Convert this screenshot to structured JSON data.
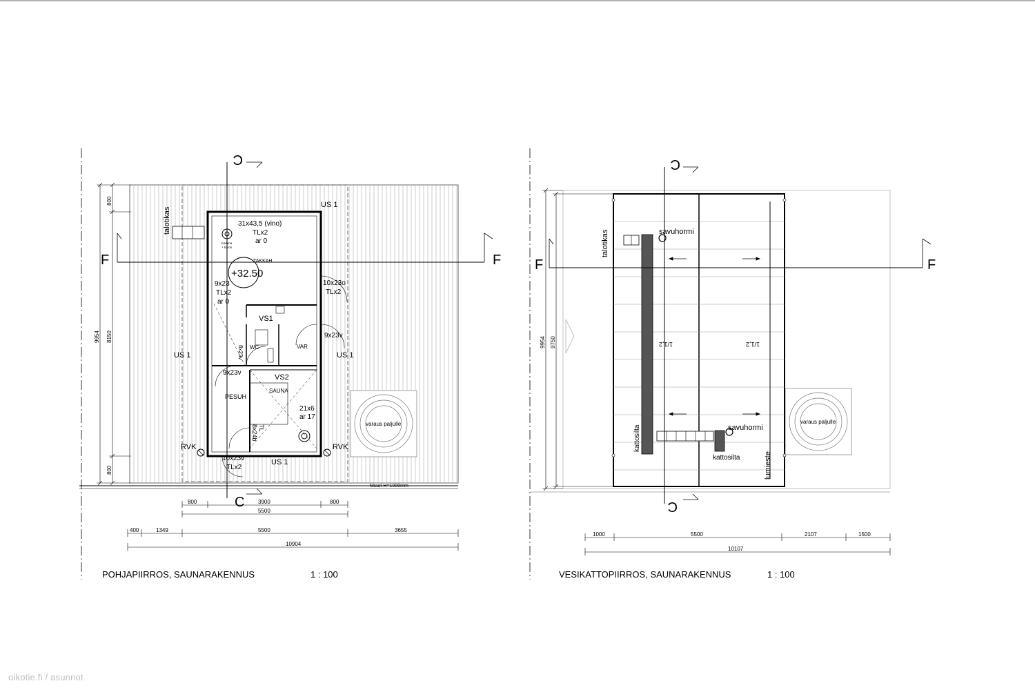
{
  "left_plan": {
    "title": "POHJAPIIRROS, SAUNARAKENNUS",
    "scale": "1 : 100",
    "section_c": "C",
    "section_f": "F",
    "labels": {
      "talotikas": "talotikas",
      "us1_top": "US 1",
      "us1_left": "US 1",
      "us1_right": "US 1",
      "us1_bottom": "US 1",
      "window_top": "31x43,5 (vino)",
      "window_top_tl": "TLx2",
      "window_top_ar": "ar 0",
      "kamina": "Kamina",
      "hormi": "+ hormi",
      "takkah": "TAKKAH",
      "level": "+32.50",
      "win_left": "9x23",
      "win_left_tl": "TLx2",
      "win_left_ar": "ar 0",
      "win_right": "10x23o",
      "win_right_tl": "TLx2",
      "vs1": "VS1",
      "vs2": "VS2",
      "wc": "WC",
      "var": "VAR",
      "door_wc": "8x23v",
      "door_var": "9x23v",
      "door_pesuh": "9x23v",
      "pesuh": "PESUH",
      "sauna": "SAUNA",
      "win_sauna": "21x6",
      "win_sauna_ar": "ar 17",
      "door_sauna": "8x24b",
      "door_sauna_tl": "TL",
      "rvk_left": "RVK",
      "rvk_right": "RVK",
      "door_entry": "10x23v",
      "door_entry_tl": "TLx2",
      "varaus": "varaus paljulle",
      "muuri": "Muuri H=1000mm"
    },
    "dims": {
      "v_total": "9954",
      "v_mid": "8150",
      "v_top": "800",
      "v_bottom": "800",
      "h_a1": "800",
      "h_a2": "3900",
      "h_a3": "800",
      "h_b": "5500",
      "h_c1": "400",
      "h_c2": "1349",
      "h_c3": "5500",
      "h_c4": "3655",
      "h_total": "10904"
    }
  },
  "right_plan": {
    "title": "VESIKATTOPIIRROS, SAUNARAKENNUS",
    "scale": "1 : 100",
    "section_c": "C",
    "section_f": "F",
    "labels": {
      "talotikas": "talotikas",
      "savuhormi_top": "savuhormi",
      "savuhormi_bottom": "savuhormi",
      "slope_left": "1/1,2",
      "slope_right": "1/1,2",
      "kattosilta_v": "kattosilta",
      "kattosilta_h": "kattosilta",
      "lumieste": "lumieste",
      "varaus": "varaus paljulle"
    },
    "dims": {
      "v_total": "9954",
      "v_inner": "9750",
      "h_1": "1000",
      "h_2": "5500",
      "h_3": "2107",
      "h_4": "1500",
      "h_total": "10107"
    }
  },
  "watermark": "oikotie.fi / asunnot"
}
